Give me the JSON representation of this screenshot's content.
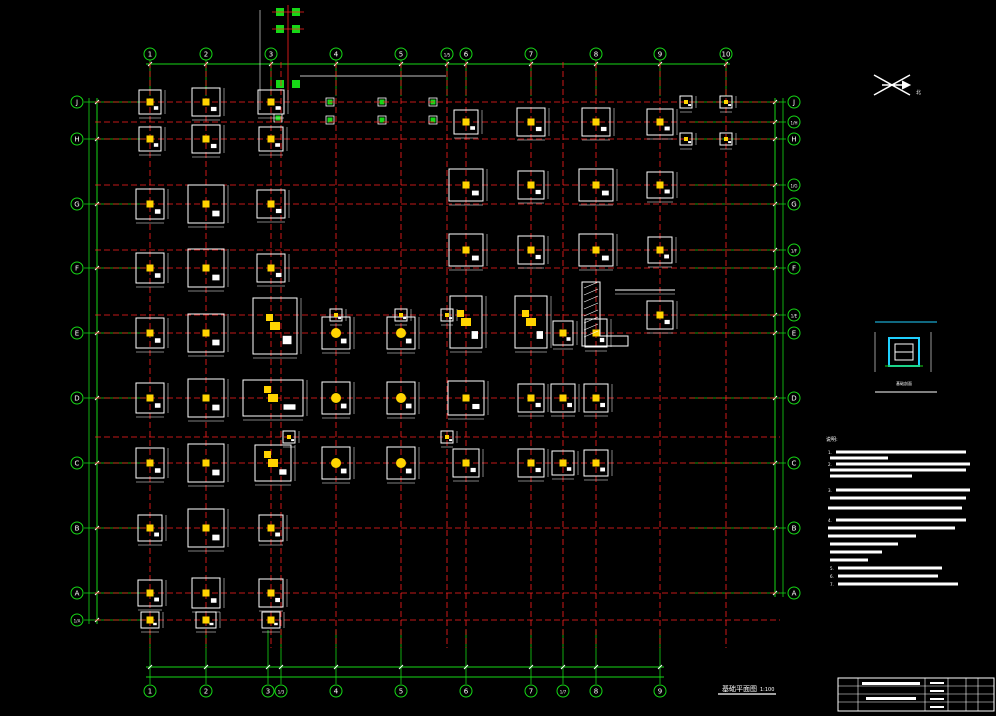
{
  "drawing": {
    "background": "#000000",
    "colors": {
      "axis_line": "#ff2020",
      "dim_line": "#16d816",
      "footing": "#ffffff",
      "column": "#ffd400",
      "bubble": "#16d816",
      "text": "#ffffff",
      "note_line": "#ffffff",
      "detail": "#20d0ff"
    },
    "top_axes": [
      "1",
      "2",
      "3",
      "4",
      "5",
      "1/5",
      "6",
      "7",
      "8",
      "9",
      "10"
    ],
    "bottom_axes": [
      "1",
      "2",
      "3",
      "1/3",
      "4",
      "5",
      "6",
      "7",
      "1/7",
      "8",
      "9"
    ],
    "left_axes": [
      "J",
      "H",
      "G",
      "F",
      "E",
      "D",
      "C",
      "B",
      "A",
      "1/A"
    ],
    "right_axes": [
      "J",
      "1/H",
      "H",
      "1/G",
      "G",
      "1/F",
      "F",
      "1/E",
      "E",
      "D",
      "C",
      "B",
      "A"
    ],
    "plan_title": "基础平面图",
    "plan_scale": "1:100",
    "notes_title": "说明:",
    "notes_numbers": [
      "1.",
      "2.",
      "3.",
      "4.",
      "5.",
      "6.",
      "7."
    ],
    "section_caption": "基础剖面",
    "north_label": "北"
  }
}
